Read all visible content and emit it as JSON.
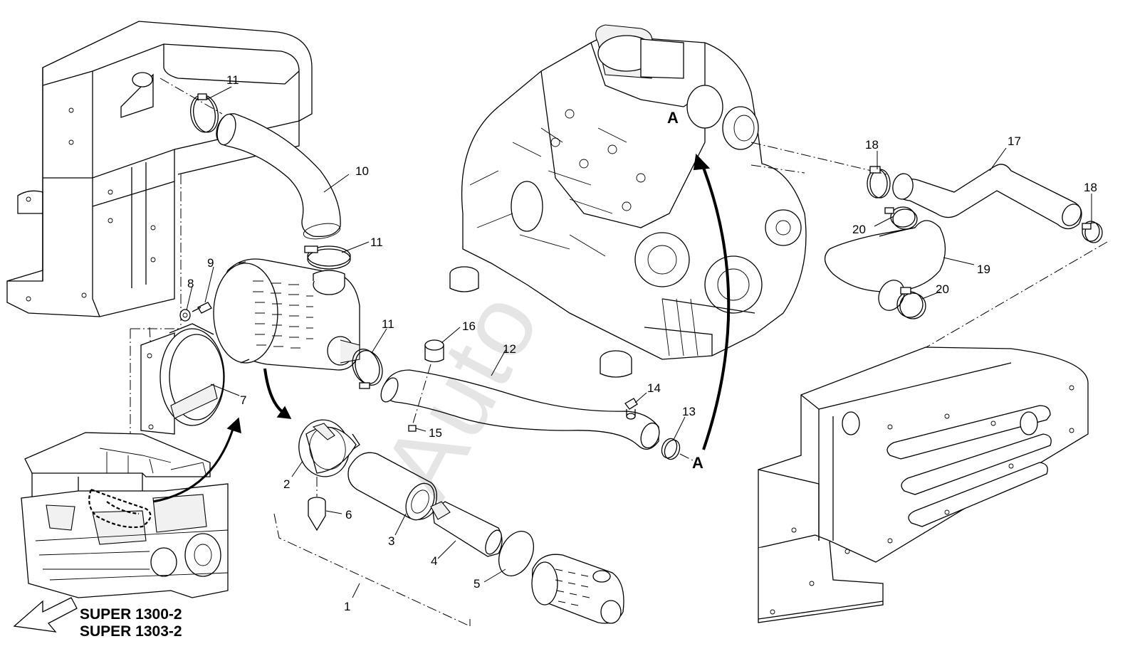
{
  "diagram": {
    "callouts": [
      {
        "id": "c11a",
        "text": "11"
      },
      {
        "id": "c10",
        "text": "10"
      },
      {
        "id": "c11b",
        "text": "11"
      },
      {
        "id": "c9",
        "text": "9"
      },
      {
        "id": "c8",
        "text": "8"
      },
      {
        "id": "c7",
        "text": "7"
      },
      {
        "id": "c11c",
        "text": "11"
      },
      {
        "id": "c16",
        "text": "16"
      },
      {
        "id": "c12",
        "text": "12"
      },
      {
        "id": "c14",
        "text": "14"
      },
      {
        "id": "c13",
        "text": "13"
      },
      {
        "id": "c15",
        "text": "15"
      },
      {
        "id": "c2",
        "text": "2"
      },
      {
        "id": "c6",
        "text": "6"
      },
      {
        "id": "c3",
        "text": "3"
      },
      {
        "id": "c4",
        "text": "4"
      },
      {
        "id": "c5",
        "text": "5"
      },
      {
        "id": "c1",
        "text": "1"
      },
      {
        "id": "c18a",
        "text": "18"
      },
      {
        "id": "c17",
        "text": "17"
      },
      {
        "id": "c18b",
        "text": "18"
      },
      {
        "id": "c20a",
        "text": "20"
      },
      {
        "id": "c19",
        "text": "19"
      },
      {
        "id": "c20b",
        "text": "20"
      }
    ],
    "reference_marks": [
      {
        "id": "refA1",
        "text": "A"
      },
      {
        "id": "refA2",
        "text": "A"
      }
    ],
    "model_labels": [
      "SUPER 1300-2",
      "SUPER 1303-2"
    ],
    "watermark": "Auto"
  }
}
